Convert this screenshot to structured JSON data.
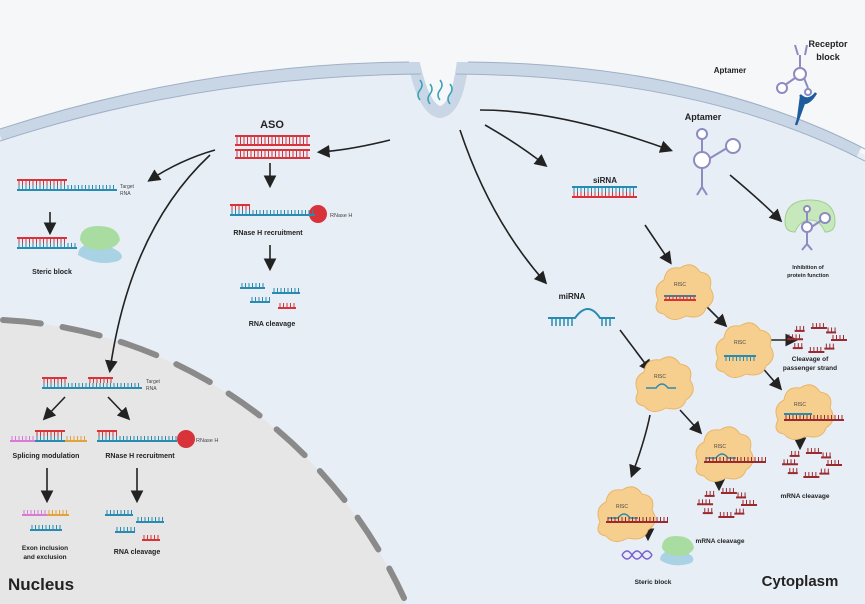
{
  "colors": {
    "outside": "#f6f7f9",
    "cytoplasm": "#e8eef6",
    "nucleus": "#e6e6e6",
    "membrane": "#c9d6e6",
    "aso": "#d8333a",
    "rna": "#2a8bb0",
    "risc": "#f6cf8e",
    "protein_green": "#a9dca0",
    "protein_blue": "#a9d3e4",
    "aptamer": "#8c8cc0",
    "rnaseh": "#d8333a",
    "mrna": "#9b2a2f",
    "exon_pink": "#d77bd6",
    "exon_orange": "#e6a23a"
  },
  "labels": {
    "aso": "ASO",
    "rnaseh_recruit_top": "RNase H recruitment",
    "rnaseh_top": "RNase H",
    "rna_cleavage_top": "RNA cleavage",
    "target_rna_top": [
      "Target",
      "RNA"
    ],
    "steric_block_left": "Steric block",
    "target_rna_nuc": [
      "Target",
      "RNA"
    ],
    "splicing_modulation": "Splicing modulation",
    "rnaseh_recruit_nuc": "RNase H recruitment",
    "rnaseh_nuc": "RNase H",
    "exon_inclusion": [
      "Exon inclusion",
      "and exclusion"
    ],
    "rna_cleavage_nuc": "RNA cleavage",
    "nucleus": "Nucleus",
    "aptamer_membrane": "Aptamer",
    "receptor_block": [
      "Receptor",
      "block"
    ],
    "aptamer_cyto": "Aptamer",
    "inhibition": [
      "Inhibition of",
      "protein function"
    ],
    "sirna": "siRNA",
    "mirna": "miRNA",
    "risc": "RISC",
    "cleavage_passenger": [
      "Cleavage of",
      "passenger strand"
    ],
    "mrna_cleavage_right": "mRNA cleavage",
    "mrna_cleavage_mid": "mRNA cleavage",
    "steric_block_cyto": "Steric block",
    "cytoplasm": "Cytoplasm"
  }
}
